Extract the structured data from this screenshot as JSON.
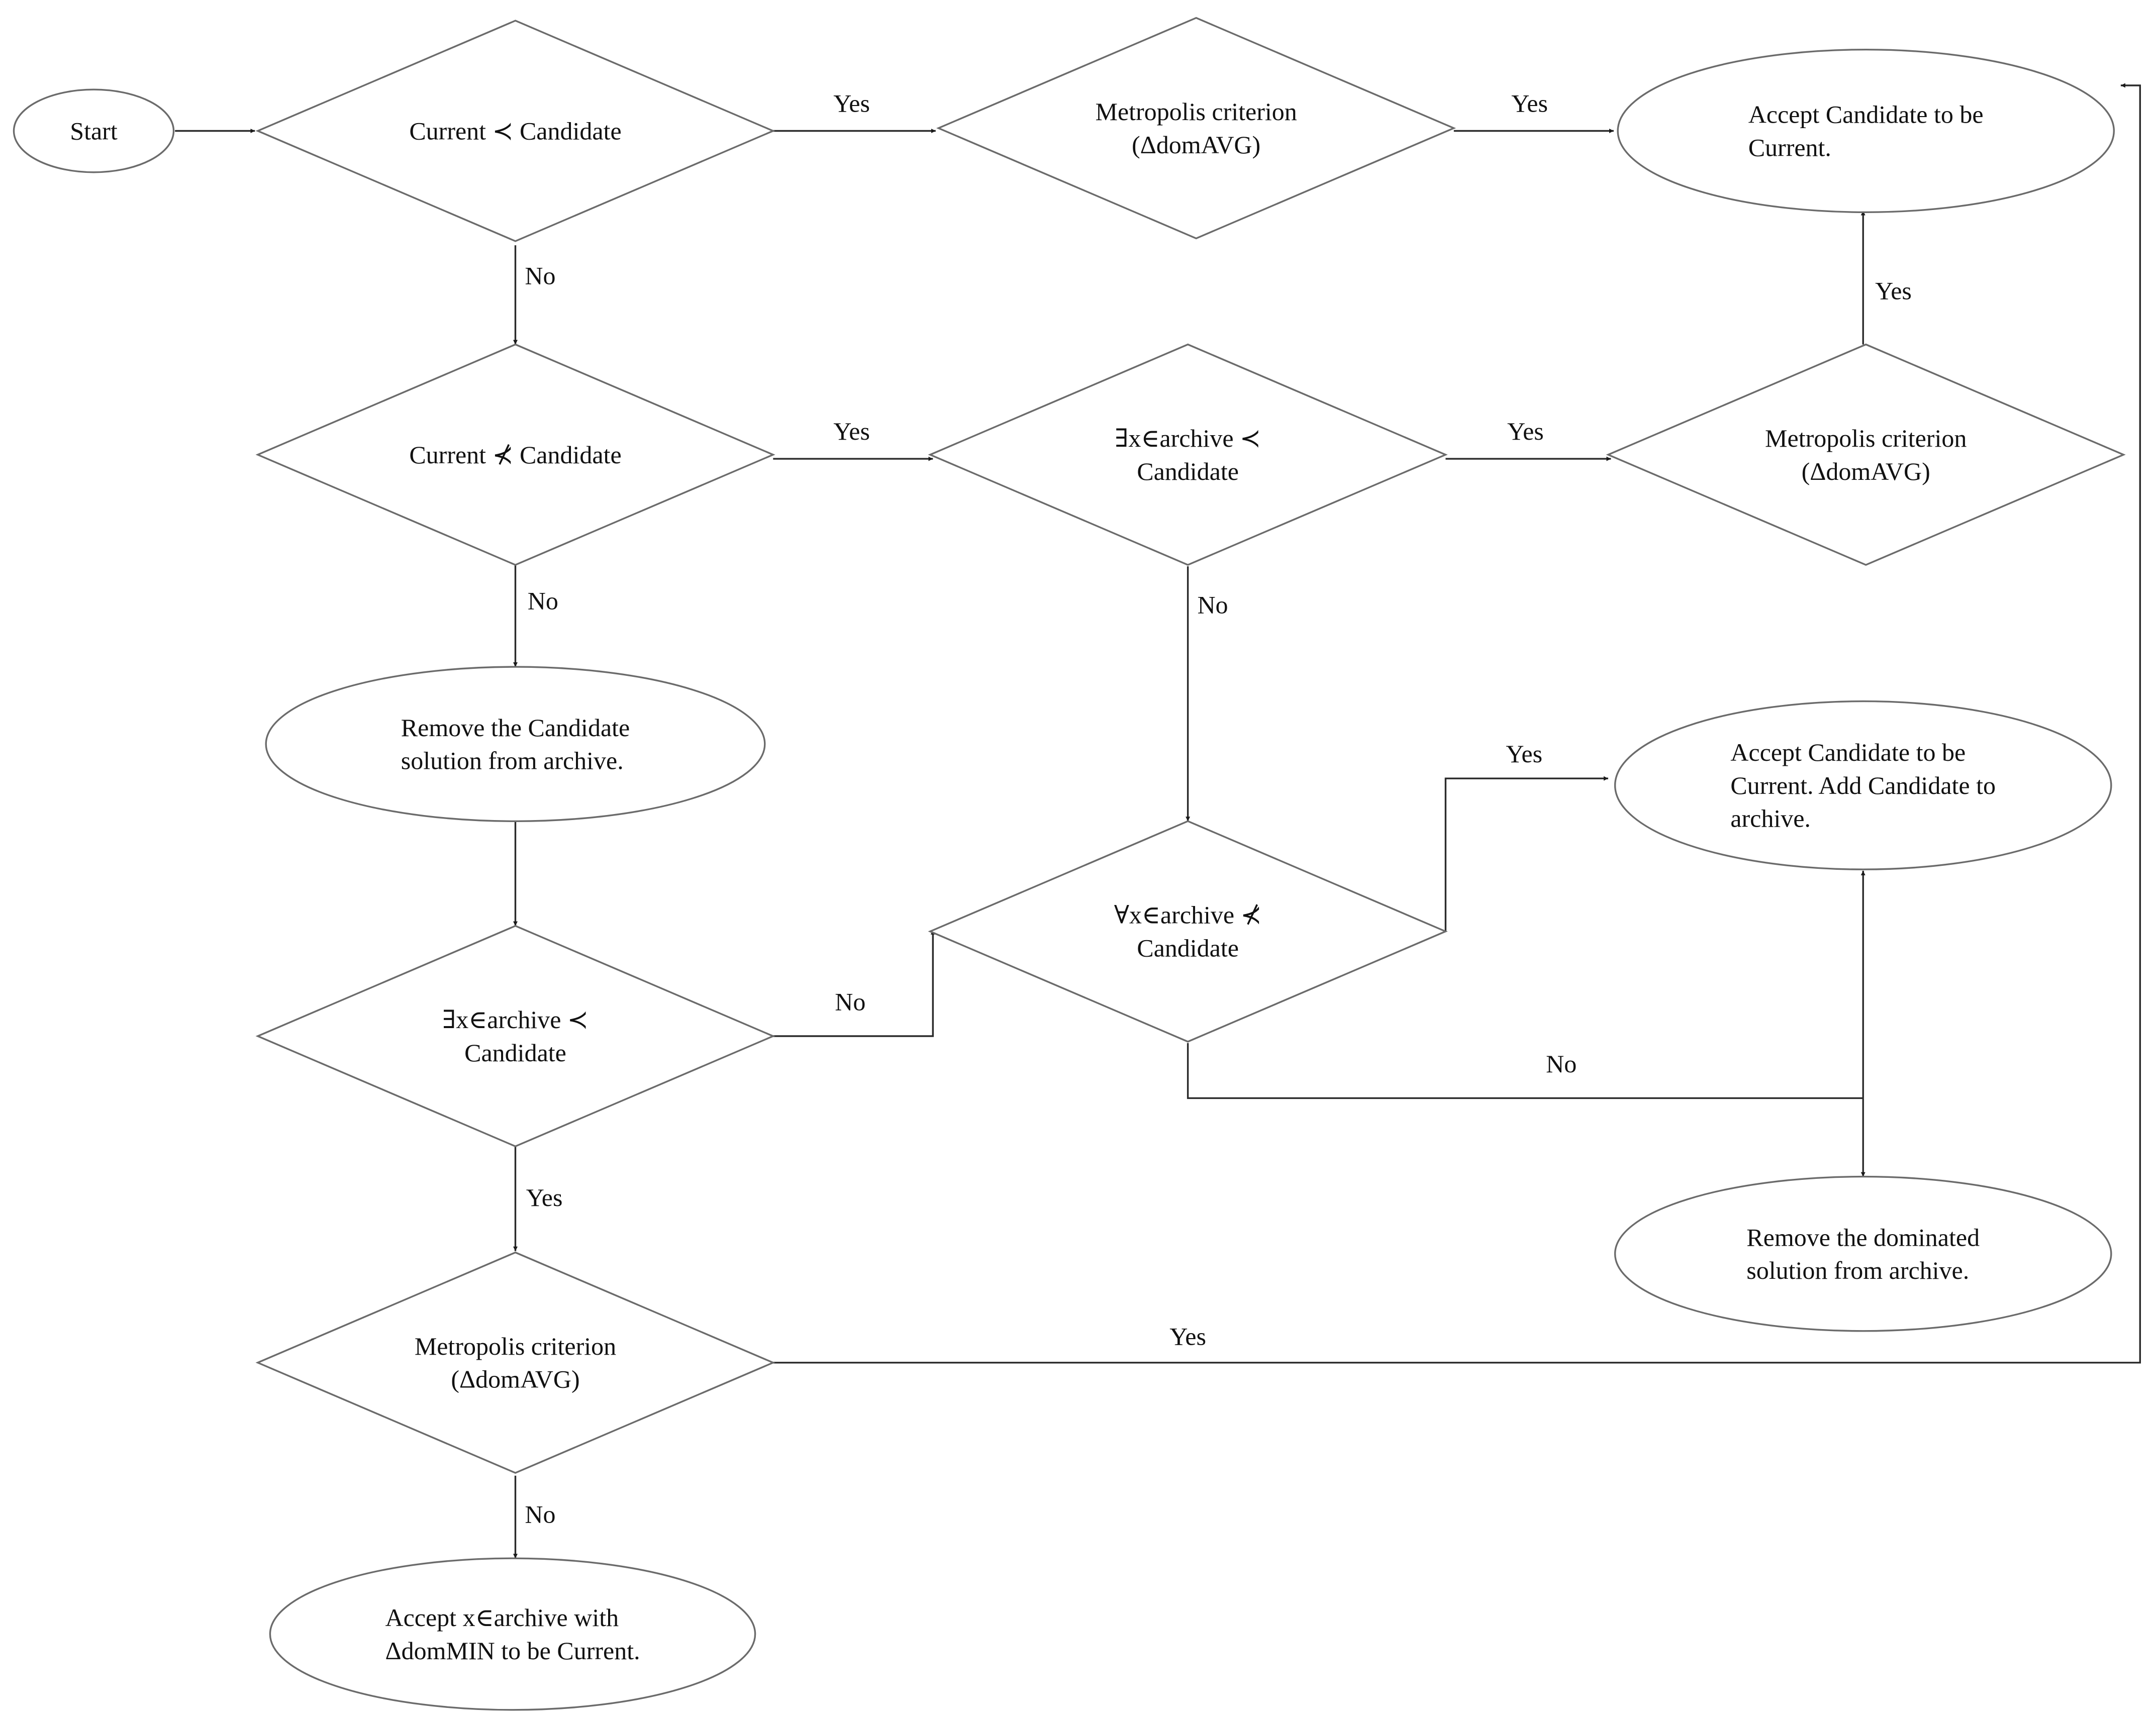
{
  "nodes": {
    "start": {
      "kind": "terminal",
      "lines": [
        "Start"
      ]
    },
    "d1": {
      "kind": "decision",
      "lines": [
        "Current ≺ Candidate"
      ]
    },
    "m1": {
      "kind": "decision",
      "lines": [
        "Metropolis criterion",
        "(ΔdomAVG)"
      ]
    },
    "a1": {
      "kind": "terminal",
      "lines": [
        "Accept Candidate to be",
        "Current."
      ]
    },
    "d2": {
      "kind": "decision",
      "lines": [
        "Current ⊀ Candidate"
      ]
    },
    "d3": {
      "kind": "decision",
      "lines": [
        "∃x∈archive ≺",
        "Candidate"
      ]
    },
    "m2": {
      "kind": "decision",
      "lines": [
        "Metropolis criterion",
        "(ΔdomAVG)"
      ]
    },
    "r1": {
      "kind": "terminal",
      "lines": [
        "Remove the Candidate",
        "solution from archive."
      ]
    },
    "d5": {
      "kind": "decision",
      "lines": [
        "∀x∈archive ⊀",
        "Candidate"
      ]
    },
    "a2": {
      "kind": "terminal",
      "lines": [
        "Accept Candidate to be",
        "Current. Add Candidate to",
        "archive."
      ]
    },
    "d4": {
      "kind": "decision",
      "lines": [
        "∃x∈archive ≺",
        "Candidate"
      ]
    },
    "r2": {
      "kind": "terminal",
      "lines": [
        "Remove the dominated",
        "solution from archive."
      ]
    },
    "m3": {
      "kind": "decision",
      "lines": [
        "Metropolis criterion",
        "(ΔdomAVG)"
      ]
    },
    "a3": {
      "kind": "terminal",
      "lines": [
        "Accept x∈archive with",
        "ΔdomMIN to be Current."
      ]
    }
  },
  "edges": [
    {
      "id": "start-d1",
      "from": "start",
      "to": "d1",
      "label": ""
    },
    {
      "id": "d1-m1",
      "from": "d1",
      "to": "m1",
      "label": "Yes"
    },
    {
      "id": "m1-a1",
      "from": "m1",
      "to": "a1",
      "label": "Yes"
    },
    {
      "id": "d1-d2",
      "from": "d1",
      "to": "d2",
      "label": "No"
    },
    {
      "id": "d2-d3",
      "from": "d2",
      "to": "d3",
      "label": "Yes"
    },
    {
      "id": "d3-m2",
      "from": "d3",
      "to": "m2",
      "label": "Yes"
    },
    {
      "id": "m2-a1",
      "from": "m2",
      "to": "a1",
      "label": "Yes"
    },
    {
      "id": "d2-r1",
      "from": "d2",
      "to": "r1",
      "label": "No"
    },
    {
      "id": "d3-d5",
      "from": "d3",
      "to": "d5",
      "label": "No"
    },
    {
      "id": "d5-a2",
      "from": "d5",
      "to": "a2",
      "label": "Yes"
    },
    {
      "id": "r1-d4",
      "from": "r1",
      "to": "d4",
      "label": ""
    },
    {
      "id": "d4-d5",
      "from": "d4",
      "to": "d5",
      "label": "No"
    },
    {
      "id": "d5-a2r2",
      "from": "d5",
      "to": "a2 / r2",
      "label": "No"
    },
    {
      "id": "d4-m3",
      "from": "d4",
      "to": "m3",
      "label": "Yes"
    },
    {
      "id": "m3-a1",
      "from": "m3",
      "to": "a1",
      "label": "Yes"
    },
    {
      "id": "m3-a3",
      "from": "m3",
      "to": "a3",
      "label": "No"
    }
  ]
}
